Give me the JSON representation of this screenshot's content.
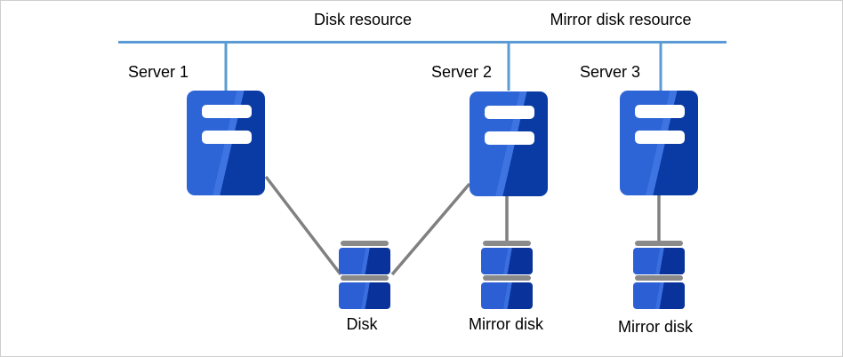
{
  "diagram": {
    "title_labels": {
      "disk_resource": "Disk resource",
      "mirror_disk_resource": "Mirror disk resource"
    },
    "servers": [
      {
        "label": "Server 1"
      },
      {
        "label": "Server 2"
      },
      {
        "label": "Server 3"
      }
    ],
    "disks": [
      {
        "label": "Disk",
        "type": "shared-disk"
      },
      {
        "label": "Mirror disk",
        "type": "mirror-disk"
      },
      {
        "label": "Mirror disk",
        "type": "mirror-disk"
      }
    ],
    "colors": {
      "network_line_blue": "#5B9BD5",
      "connector_gray": "#808080",
      "server_blue_light": "#2E65D6",
      "server_blue_dark": "#0A3AA3",
      "disk_blue_light": "#2C5FD3",
      "disk_blue_dark": "#09339B",
      "platter_gray": "#8A8A8A",
      "text": "#000000",
      "background": "#FFFFFF"
    }
  }
}
